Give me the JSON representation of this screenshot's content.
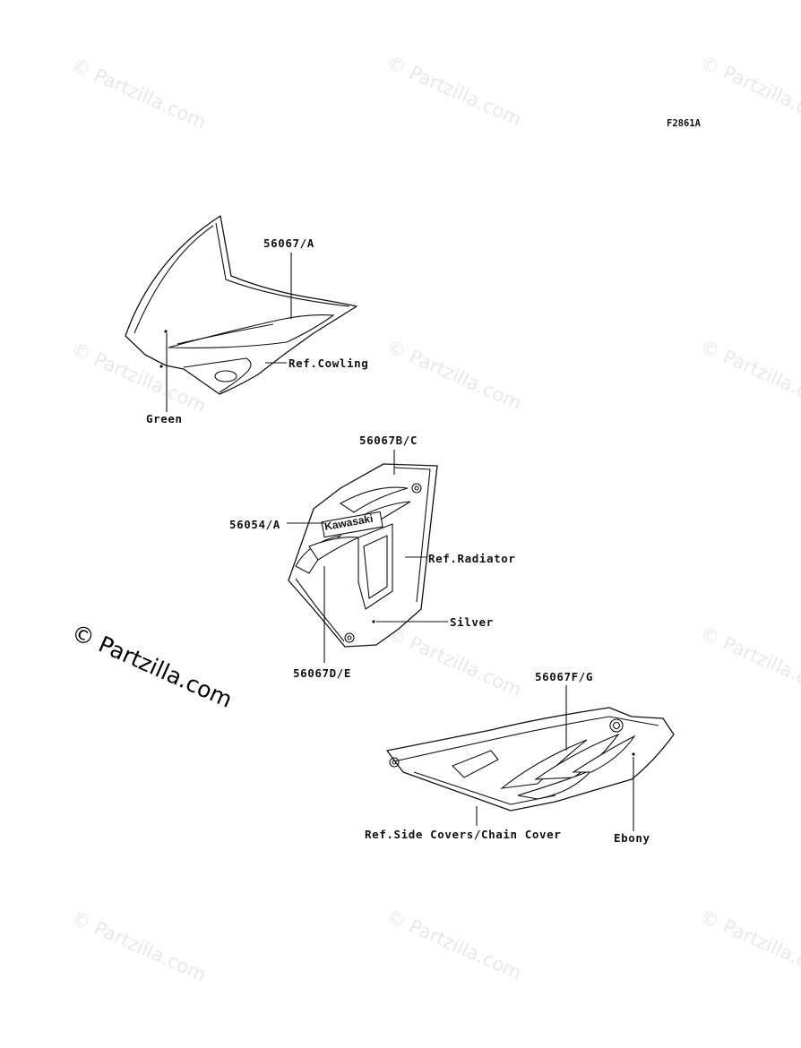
{
  "figure_code": "F2861A",
  "watermark": {
    "text": "© Partzilla.com"
  },
  "parts": {
    "cowling_decal": {
      "number": "56067/A",
      "ref": "Ref.Cowling",
      "color": "Green"
    },
    "shroud": {
      "upper_decal": "56067B/C",
      "emblem": "56054/A",
      "emblem_text": "Kawasaki",
      "ref": "Ref.Radiator",
      "color": "Silver",
      "lower_decal": "56067D/E"
    },
    "side_cover_decal": {
      "number": "56067F/G",
      "ref": "Ref.Side Covers/Chain Cover",
      "color": "Ebony"
    }
  }
}
